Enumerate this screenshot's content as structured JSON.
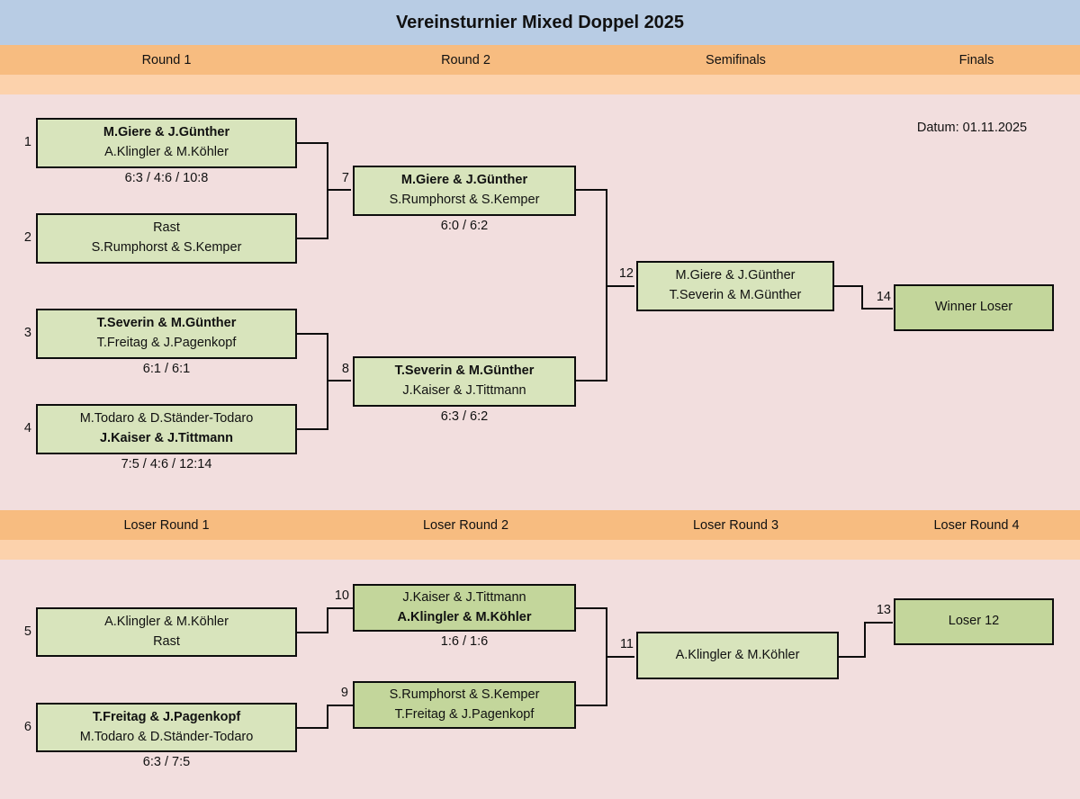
{
  "header": {
    "title": "Vereinsturnier Mixed Doppel 2025",
    "date_label": "Datum: 01.11.2025"
  },
  "winner_bracket": {
    "round_labels": [
      "Round 1",
      "Round 2",
      "Semifinals",
      "Finals"
    ],
    "matches": [
      {
        "num": "1",
        "top": "M.Giere & J.Günther",
        "bottom": "A.Klingler & M.Köhler",
        "winner": "top",
        "score": "6:3 / 4:6 / 10:8"
      },
      {
        "num": "2",
        "top": "Rast",
        "bottom": "S.Rumphorst & S.Kemper",
        "winner": "none",
        "score": ""
      },
      {
        "num": "3",
        "top": "T.Severin & M.Günther",
        "bottom": "T.Freitag & J.Pagenkopf",
        "winner": "top",
        "score": "6:1 / 6:1"
      },
      {
        "num": "4",
        "top": "M.Todaro & D.Ständer-Todaro",
        "bottom": "J.Kaiser & J.Tittmann",
        "winner": "bottom",
        "score": "7:5 / 4:6 / 12:14"
      },
      {
        "num": "7",
        "top": "M.Giere & J.Günther",
        "bottom": "S.Rumphorst & S.Kemper",
        "winner": "top",
        "score": "6:0 / 6:2"
      },
      {
        "num": "8",
        "top": "T.Severin & M.Günther",
        "bottom": "J.Kaiser & J.Tittmann",
        "winner": "top",
        "score": "6:3 / 6:2"
      },
      {
        "num": "12",
        "top": "M.Giere & J.Günther",
        "bottom": "T.Severin & M.Günther",
        "winner": "none",
        "score": ""
      },
      {
        "num": "14",
        "top": "Winner Loser",
        "bottom": "",
        "winner": "none",
        "score": ""
      }
    ]
  },
  "loser_bracket": {
    "round_labels": [
      "Loser Round 1",
      "Loser Round 2",
      "Loser Round 3",
      "Loser Round 4"
    ],
    "matches": [
      {
        "num": "5",
        "top": "A.Klingler & M.Köhler",
        "bottom": "Rast",
        "winner": "none",
        "score": ""
      },
      {
        "num": "6",
        "top": "T.Freitag & J.Pagenkopf",
        "bottom": "M.Todaro & D.Ständer-Todaro",
        "winner": "top",
        "score": "6:3 / 7:5"
      },
      {
        "num": "10",
        "top": "J.Kaiser & J.Tittmann",
        "bottom": "A.Klingler & M.Köhler",
        "winner": "bottom",
        "score": "1:6 / 1:6"
      },
      {
        "num": "9",
        "top": "S.Rumphorst & S.Kemper",
        "bottom": "T.Freitag & J.Pagenkopf",
        "winner": "none",
        "score": ""
      },
      {
        "num": "11",
        "top": "A.Klingler & M.Köhler",
        "bottom": "",
        "winner": "none",
        "score": ""
      },
      {
        "num": "13",
        "top": "Loser 12",
        "bottom": "",
        "winner": "none",
        "score": ""
      }
    ]
  },
  "colors": {
    "title_band": "#b8cce4",
    "round_band": "#f7bc80",
    "sub_band": "#fcd2ac",
    "body_band": "#f2dede",
    "box_fill": "#d8e4bc",
    "box_fill_dark": "#c3d69b",
    "box_border": "#0d0d0d"
  }
}
